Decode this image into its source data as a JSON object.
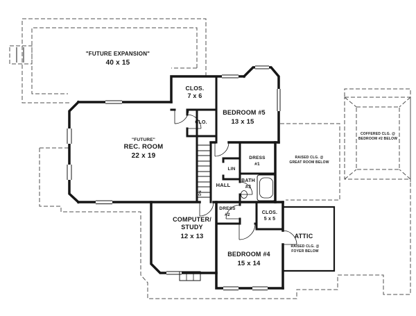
{
  "drawing": {
    "background": "#ffffff",
    "wall_color": "#161616",
    "dashed_color": "#4f4f4f"
  },
  "rooms": {
    "future_expansion": {
      "name": "\"FUTURE EXPANSION\"",
      "dims": "40 x 15"
    },
    "rec_room": {
      "prefix": "\"FUTURE\"",
      "name": "REC. ROOM",
      "dims": "22 x 19"
    },
    "closet_7x6": {
      "name": "CLOS.",
      "dims": "7 x 6"
    },
    "bedroom_5": {
      "name": "BEDROOM #5",
      "dims": "13 x 15"
    },
    "clo": {
      "name": "CLO."
    },
    "lin": {
      "name": "LIN"
    },
    "dress_1": {
      "name": "DRESS",
      "num": "#1"
    },
    "bath_3": {
      "name": "BATH",
      "num": "#3"
    },
    "hall": {
      "name": "HALL"
    },
    "dress_2": {
      "name": "DRESS",
      "num": "#2"
    },
    "closet_5x5": {
      "name": "CLOS.",
      "dims": "5 x 5"
    },
    "computer_study": {
      "name_line1": "COMPUTER/",
      "name_line2": "STUDY",
      "dims": "12 x 13"
    },
    "bedroom_4": {
      "name": "BEDROOM #4",
      "dims": "15 x 14"
    },
    "attic": {
      "name": "ATTIC"
    },
    "stairs": {
      "label": "DN"
    }
  },
  "ceiling_notes": {
    "great_room": {
      "line1": "RAISED CLG. @",
      "line2": "GREAT ROOM BELOW"
    },
    "bedroom_2": {
      "line1": "COFFERED CLG. @",
      "line2": "BEDROOM #2 BELOW"
    },
    "foyer": {
      "line1": "RAISED CLG. @",
      "line2": "FOYER BELOW"
    }
  }
}
